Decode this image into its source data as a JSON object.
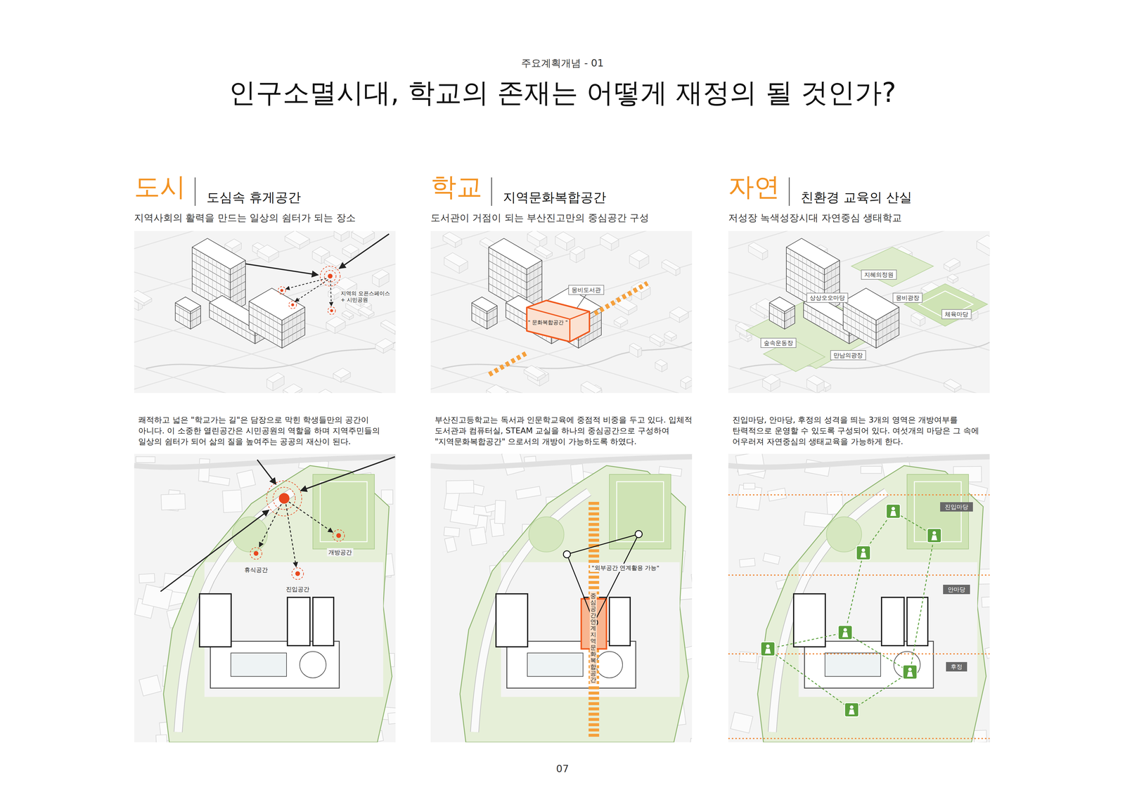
{
  "diagram": {
    "title": "인구소멸시대, 학교의 존재는 어떻게 재정의 될 것인가?",
    "nodes": [
      {
        "text": [
          "몽비도서관"
        ]
      },
      {
        "text": [
          "\" 문화복합공간 \""
        ]
      },
      {
        "text": [
          "지혜의정원"
        ]
      },
      {
        "text": [
          "상상오오마당"
        ]
      },
      {
        "text": [
          "몽비광장"
        ]
      },
      {
        "text": [
          "체육마당"
        ]
      },
      {
        "text": [
          "숲속운동장"
        ]
      },
      {
        "text": [
          "만남의광장"
        ]
      },
      {
        "text": [
          "진입마당"
        ]
      },
      {
        "text": [
          "안마당"
        ]
      },
      {
        "text": [
          "후정"
        ]
      }
    ],
    "labels": [
      "주요계획개념 - 01",
      "도시",
      "도심속 휴게공간",
      "지역사회의 활력을 만드는 일상의 쉼터가 되는 장소",
      "지역의 오픈스페이스 + 시민공원",
      "쾌적하고 넓은 \"학교가는 길\"은 담장으로 막힌 학생들만의 공간이 아니다. 이 소중한 열린공간은 시민공원의 역할을 하며 지역주민들의 일상의 쉼터가 되어 삶의 질을 높여주는 공공의 재산이 된다.",
      "휴식공간",
      "진입공간",
      "개방공간",
      "학교",
      "지역문화복합공간",
      "도서관이 거점이 되는 부산진고만의 중심공간 구성",
      "부산진고등학교는 독서과 인문학교육에 중점적 비중을 두고 있다. 입체적 도서관과 컴퓨터실, STEAM 교실을 하나의 중심공간으로 구성하여 \"지역문화복합공간\" 으로서의 개방이 가능하도록 하였다.",
      "\"외부공간 연계활용 가능\"",
      "중심공간 연계 지역문화복합공간",
      "자연",
      "친환경 교육의 산실",
      "저성장 녹색성장시대 자연중심 생태학교",
      "진입마당, 안마당, 후정의 성격을 띄는 3개의 영역은 개방여부를 탄력적으로 운영할 수 있도록 구성되어 있다. 여섯개의 마당은 그 속에 어우러져 자연중심의 생태교육을 가능하게 한다.",
      "07"
    ]
  }
}
